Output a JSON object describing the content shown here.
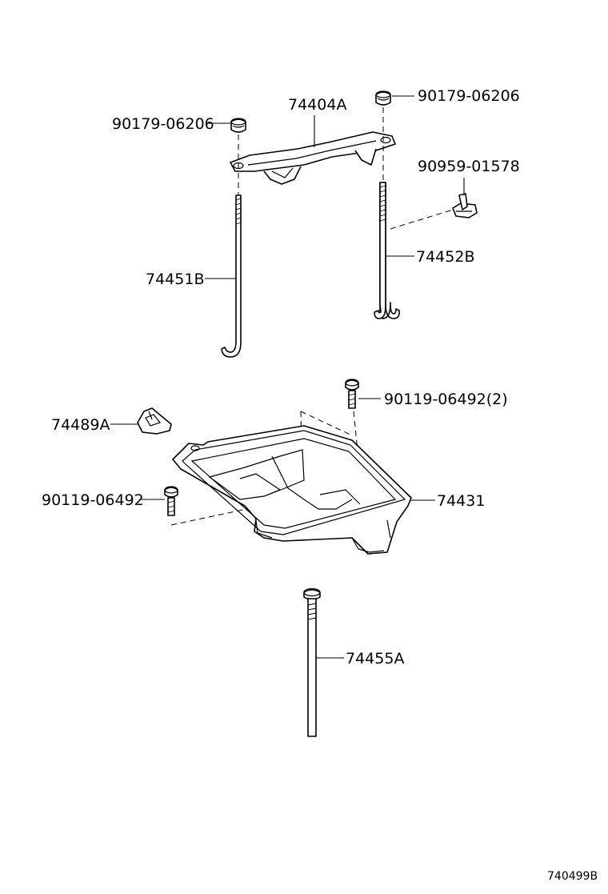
{
  "labels": {
    "nut_left": "90179-06206",
    "nut_right": "90179-06206",
    "clamp": "74404A",
    "clip": "90959-01578",
    "bolt_left_rod": "74451B",
    "bolt_right_rod": "74452B",
    "holder": "74489A",
    "tray_bolt_top": "90119-06492(2)",
    "tray_bolt_left": "90119-06492",
    "tray": "74431",
    "long_rod": "74455A",
    "figure_ref": "740499B"
  }
}
